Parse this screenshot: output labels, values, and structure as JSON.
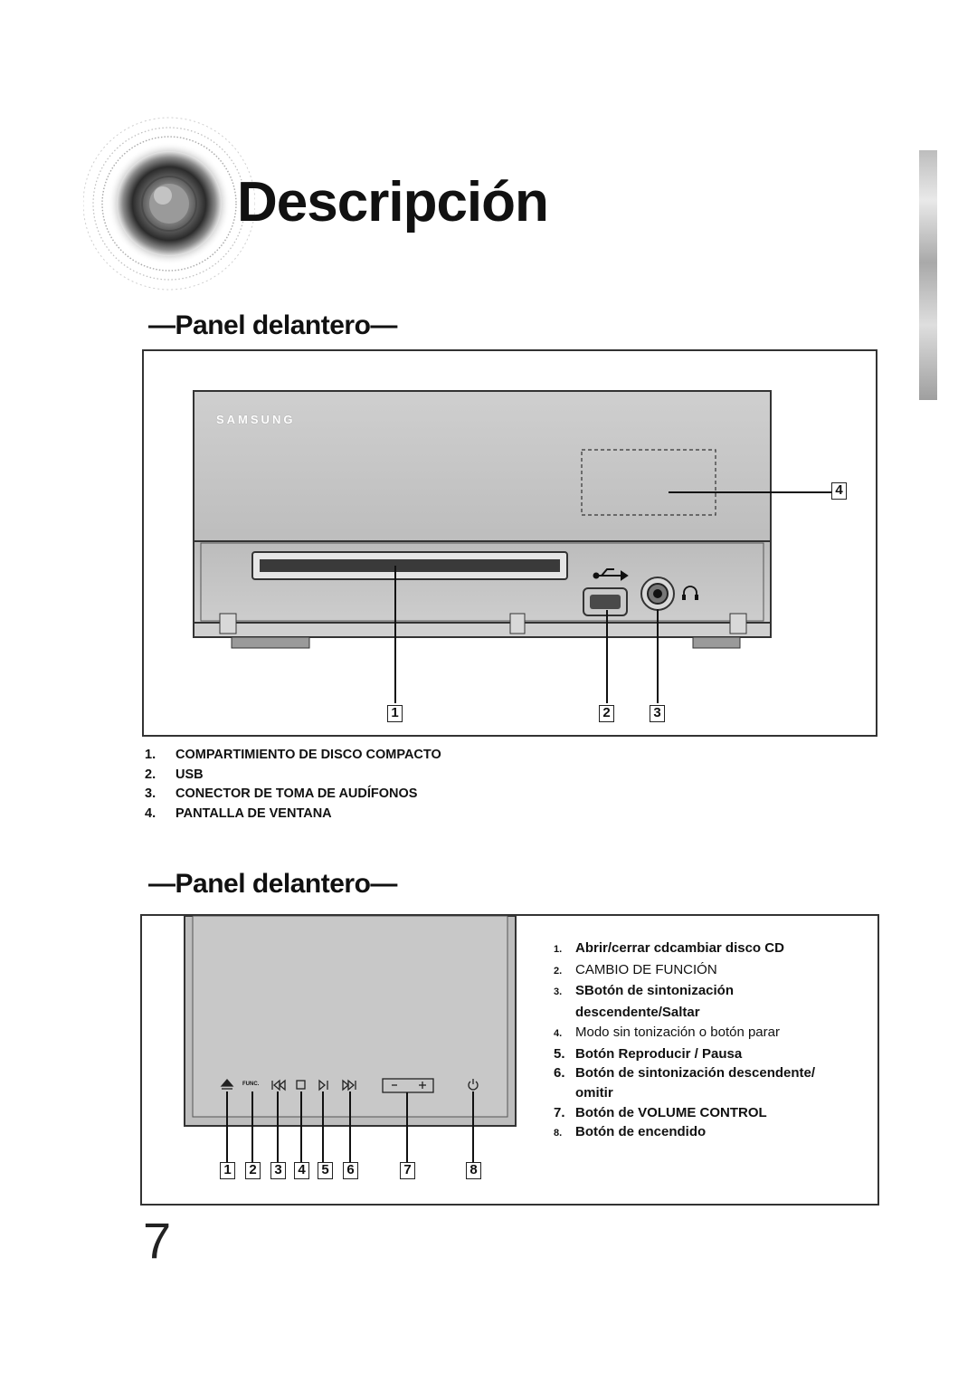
{
  "page": {
    "title": "Descripción",
    "page_number": "7"
  },
  "section1": {
    "heading": "—Panel delantero—",
    "brand": "SAMSUNG",
    "callouts": [
      "1",
      "2",
      "3",
      "4"
    ],
    "items": [
      {
        "num": "1.",
        "label": "COMPARTIMIENTO DE DISCO COMPACTO"
      },
      {
        "num": "2.",
        "label": "USB"
      },
      {
        "num": "3.",
        "label": "CONECTOR DE TOMA DE AUDÍFONOS"
      },
      {
        "num": "4.",
        "label": "PANTALLA DE VENTANA"
      }
    ]
  },
  "section2": {
    "heading": "—Panel delantero—",
    "func_label": "FUNC.",
    "callouts": [
      "1",
      "2",
      "3",
      "4",
      "5",
      "6",
      "7",
      "8"
    ],
    "items": [
      {
        "num": "1.",
        "label": "Abrir/cerrar cdcambiar disco CD"
      },
      {
        "num": "2.",
        "label": "CAMBIO DE FUNCIÓN"
      },
      {
        "num": "3.",
        "label": "SBotón de sintonización"
      },
      {
        "num": "",
        "label": "descendente/Saltar"
      },
      {
        "num": "4.",
        "label": "Modo sin tonización o botón parar"
      },
      {
        "num": "5.",
        "label": "Botón Reproducir / Pausa"
      },
      {
        "num": "6.",
        "label": "Botón de sintonización descendente/"
      },
      {
        "num": "",
        "label": "omitir"
      },
      {
        "num": "7.",
        "label": "Botón de VOLUME CONTROL"
      },
      {
        "num": "8.",
        "label": "Botón de encendido"
      }
    ]
  }
}
